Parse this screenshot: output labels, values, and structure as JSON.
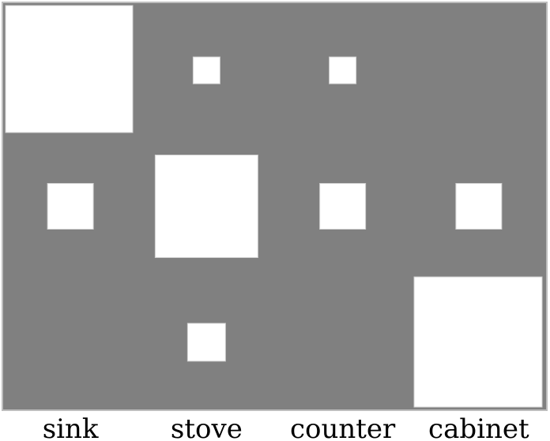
{
  "grid": {
    "rows": 3,
    "cols": 4,
    "background_color": "#808080",
    "border_color": "#bdbdbd",
    "square_color": "#ffffff",
    "column_labels": [
      "sink",
      "stove",
      "counter",
      "cabinet"
    ],
    "cells": [
      {
        "row": 0,
        "col": 0,
        "size": "large"
      },
      {
        "row": 0,
        "col": 1,
        "size": "small"
      },
      {
        "row": 0,
        "col": 2,
        "size": "small"
      },
      {
        "row": 1,
        "col": 0,
        "size": "medium"
      },
      {
        "row": 1,
        "col": 1,
        "size": "large"
      },
      {
        "row": 1,
        "col": 2,
        "size": "medium"
      },
      {
        "row": 1,
        "col": 3,
        "size": "medium"
      },
      {
        "row": 2,
        "col": 1,
        "size": "small-medium"
      },
      {
        "row": 2,
        "col": 3,
        "size": "large"
      }
    ]
  }
}
